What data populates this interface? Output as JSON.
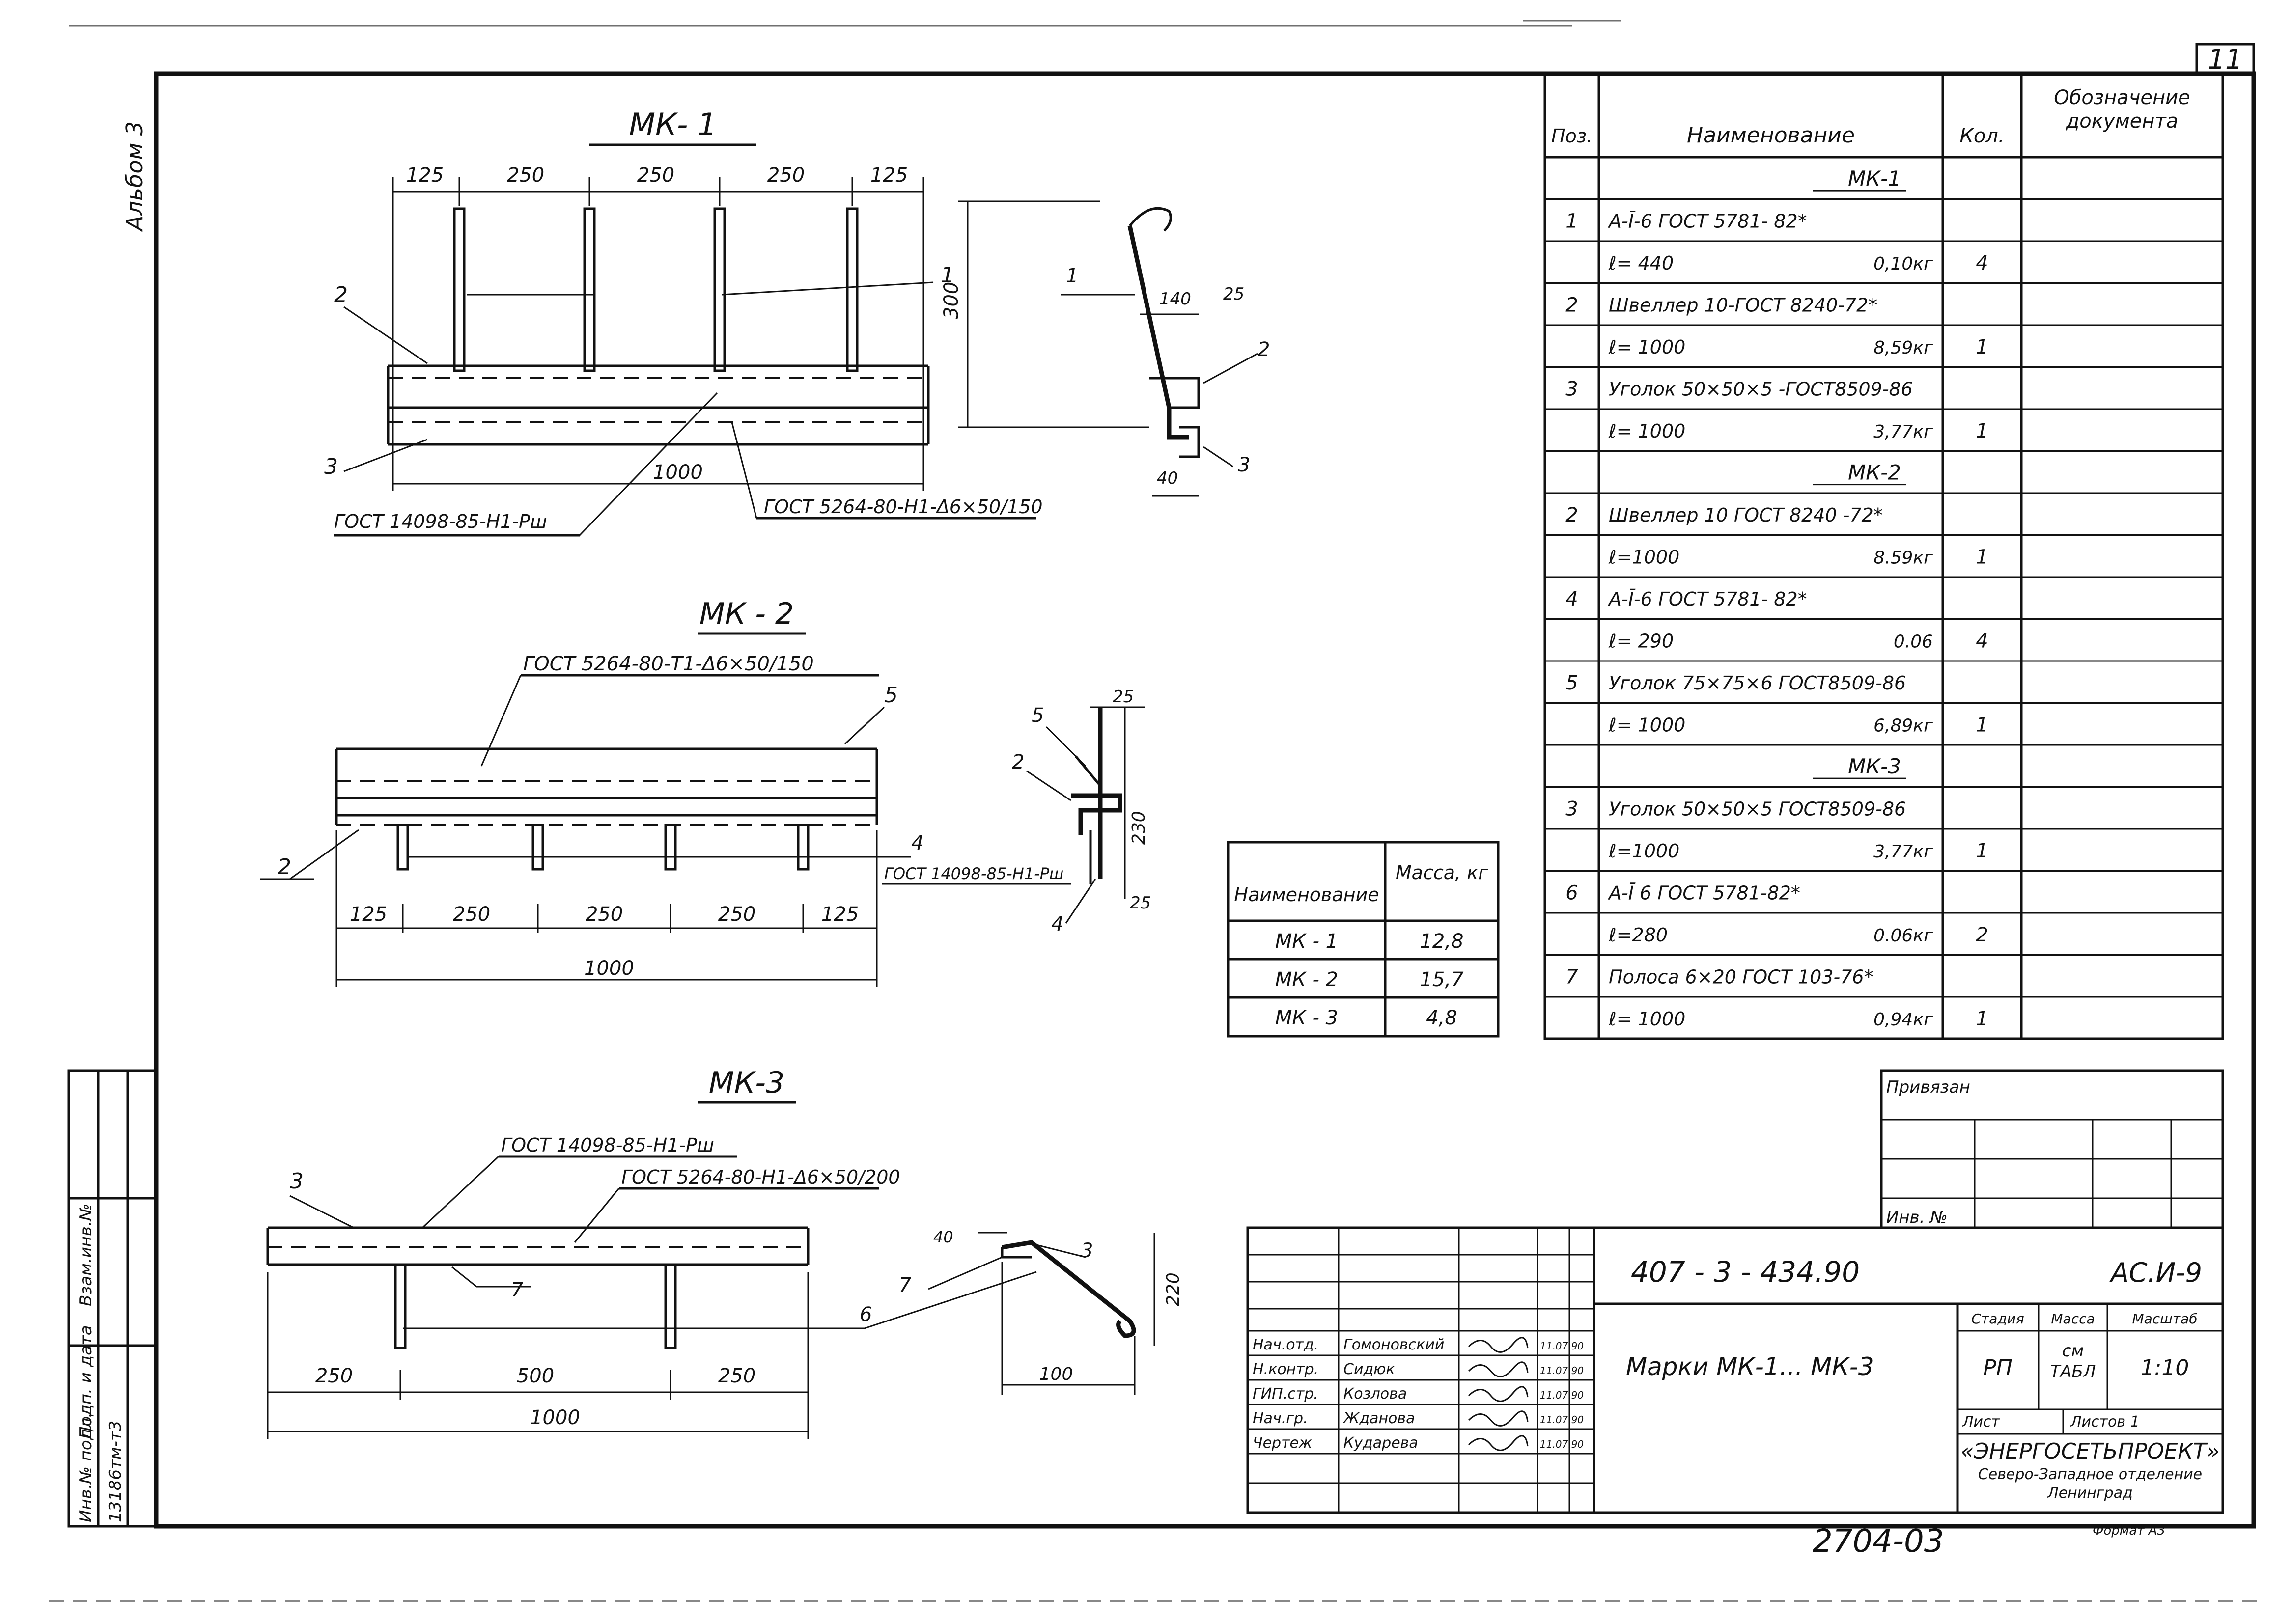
{
  "sheet": {
    "page_number": "11",
    "album_label": "Альбом 3",
    "archive_number": "2704-03",
    "format_label": "Формат А3",
    "side_stamp": {
      "inv_orig": "Инв.№ подл.",
      "sign_date": "Подп. и дата",
      "inv_repl": "Взам.инв.№",
      "inv_value": "13186тм-т3"
    }
  },
  "drawings": {
    "mk1": {
      "title": "МК- 1",
      "dims_top": [
        "125",
        "250",
        "250",
        "250",
        "125"
      ],
      "length": "1000",
      "height": "300",
      "callout_1": "1",
      "callout_2": "2",
      "callout_3": "3",
      "note_weld": "ГОСТ 14098-85-Н1-Рш",
      "note_weld2": "ГОСТ 5264-80-Н1-Δ6×50/150",
      "sec_dim_140": "140",
      "sec_dim_25": "25",
      "sec_dim_40": "40",
      "sec_callout_1": "1",
      "sec_callout_2": "2",
      "sec_callout_3": "3"
    },
    "mk2": {
      "title": "МК - 2",
      "note_weld": "ГОСТ 5264-80-Т1-Δ6×50/150",
      "note_weld2": "ГОСТ 14098-85-Н1-Рш",
      "dims_bottom": [
        "125",
        "250",
        "250",
        "250",
        "125"
      ],
      "length": "1000",
      "callout_2": "2",
      "callout_4": "4",
      "callout_5": "5",
      "sec_dim_25a": "25",
      "sec_dim_230": "230",
      "sec_dim_25b": "25",
      "sec_callout_5": "5",
      "sec_callout_2": "2",
      "sec_callout_4": "4"
    },
    "mk3": {
      "title": "МК-3",
      "note_weld": "ГОСТ 14098-85-Н1-Рш",
      "note_weld2": "ГОСТ 5264-80-Н1-Δ6×50/200",
      "dims_bottom": [
        "250",
        "500",
        "250"
      ],
      "length": "1000",
      "callout_3": "3",
      "callout_7": "7",
      "callout_6": "6",
      "sec_dim_40": "40",
      "sec_dim_220": "220",
      "sec_dim_100": "100",
      "sec_callout_7": "7",
      "sec_callout_3": "3"
    }
  },
  "mass_table": {
    "headers": [
      "Наименование",
      "Масса, кг"
    ],
    "rows": [
      [
        "МК - 1",
        "12,8"
      ],
      [
        "МК - 2",
        "15,7"
      ],
      [
        "МК - 3",
        "4,8"
      ]
    ]
  },
  "spec_table": {
    "headers": [
      "Поз.",
      "Наименование",
      "Кол.",
      "Обозначение документа"
    ],
    "rows": [
      {
        "pos": "",
        "name": "МК-1",
        "mass": "",
        "qty": "",
        "group": true
      },
      {
        "pos": "1",
        "name": "А-Ī-6 ГОСТ 5781- 82*",
        "mass": "",
        "qty": ""
      },
      {
        "pos": "",
        "name": "ℓ= 440",
        "mass": "0,10кг",
        "qty": "4"
      },
      {
        "pos": "2",
        "name": "Швеллер 10-ГОСТ 8240-72*",
        "mass": "",
        "qty": ""
      },
      {
        "pos": "",
        "name": "ℓ= 1000",
        "mass": "8,59кг",
        "qty": "1"
      },
      {
        "pos": "3",
        "name": "Уголок 50×50×5 -ГОСТ8509-86",
        "mass": "",
        "qty": ""
      },
      {
        "pos": "",
        "name": "ℓ= 1000",
        "mass": "3,77кг",
        "qty": "1"
      },
      {
        "pos": "",
        "name": "МК-2",
        "mass": "",
        "qty": "",
        "group": true
      },
      {
        "pos": "2",
        "name": "Швеллер 10 ГОСТ 8240 -72*",
        "mass": "",
        "qty": ""
      },
      {
        "pos": "",
        "name": "ℓ=1000",
        "mass": "8.59кг",
        "qty": "1"
      },
      {
        "pos": "4",
        "name": "А-Ī-6 ГОСТ 5781- 82*",
        "mass": "",
        "qty": ""
      },
      {
        "pos": "",
        "name": "ℓ= 290",
        "mass": "0.06",
        "qty": "4"
      },
      {
        "pos": "5",
        "name": "Уголок 75×75×6 ГОСТ8509-86",
        "mass": "",
        "qty": ""
      },
      {
        "pos": "",
        "name": "ℓ= 1000",
        "mass": "6,89кг",
        "qty": "1"
      },
      {
        "pos": "",
        "name": "МК-3",
        "mass": "",
        "qty": "",
        "group": true
      },
      {
        "pos": "3",
        "name": "Уголок 50×50×5 ГОСТ8509-86",
        "mass": "",
        "qty": ""
      },
      {
        "pos": "",
        "name": "ℓ=1000",
        "mass": "3,77кг",
        "qty": "1"
      },
      {
        "pos": "6",
        "name": "А-Ī 6 ГОСТ 5781-82*",
        "mass": "",
        "qty": ""
      },
      {
        "pos": "",
        "name": "ℓ=280",
        "mass": "0.06кг",
        "qty": "2"
      },
      {
        "pos": "7",
        "name": "Полоса 6×20 ГОСТ 103-76*",
        "mass": "",
        "qty": ""
      },
      {
        "pos": "",
        "name": "ℓ= 1000",
        "mass": "0,94кг",
        "qty": "1"
      }
    ]
  },
  "binding_block": {
    "label": "Привязан",
    "inv_label": "Инв. №"
  },
  "title_block": {
    "doc_code": "407 - 3 - 434.90",
    "sheet_code": "АС.И-9",
    "title": "Марки МК-1... МК-3",
    "stage_header": "Стадия",
    "mass_header": "Масса",
    "scale_header": "Масштаб",
    "stage_value": "РП",
    "mass_value": "см ТАБЛ",
    "scale_value": "1:10",
    "sheet_label": "Лист",
    "sheets_label": "Листов 1",
    "org_name": "«ЭНЕРГОСЕТЬПРОЕКТ»",
    "org_branch": "Северо-Западное отделение",
    "org_city": "Ленинград",
    "signatures": [
      {
        "role": "Нач.отд.",
        "name": "Гомоновский",
        "date": "11.07.90"
      },
      {
        "role": "Н.контр.",
        "name": "Сидюк",
        "date": "11.07.90"
      },
      {
        "role": "ГИП.стр.",
        "name": "Козлова",
        "date": "11.07.90"
      },
      {
        "role": "Нач.гр.",
        "name": "Жданова",
        "date": "11.07.90"
      },
      {
        "role": "Чертеж",
        "name": "Кударева",
        "date": "11.07.90"
      }
    ]
  }
}
